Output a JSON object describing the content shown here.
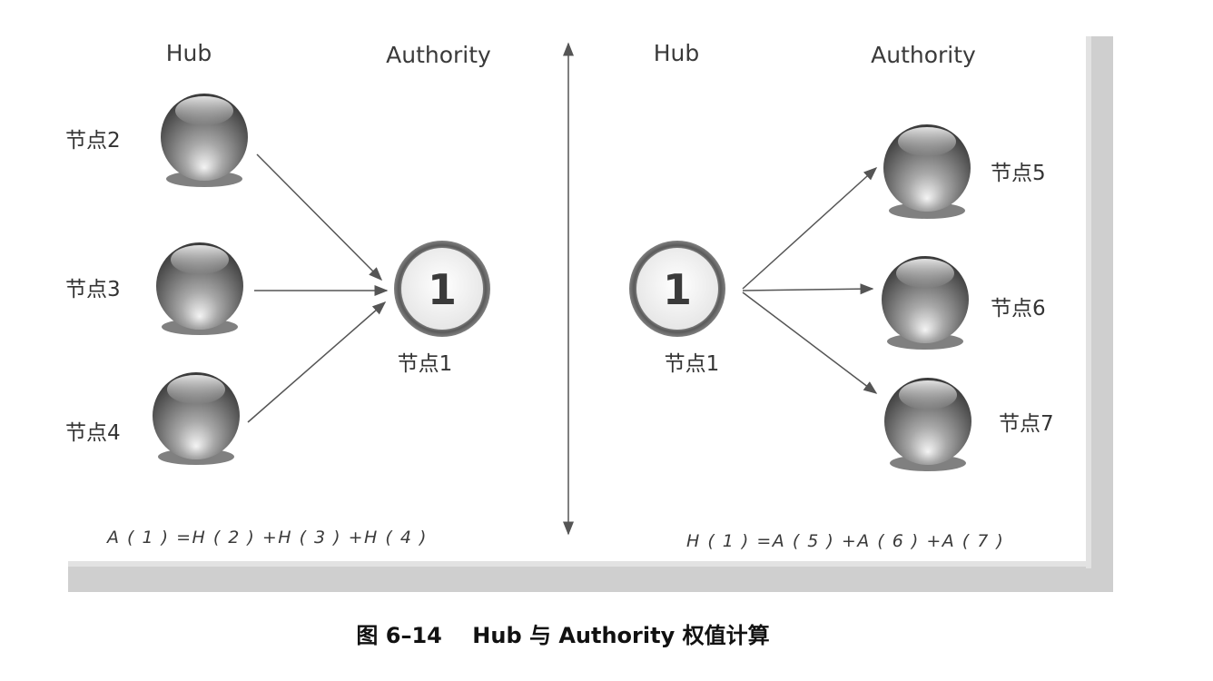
{
  "left_panel": {
    "hub_header": "Hub",
    "authority_header": "Authority",
    "hub_nodes": [
      {
        "label": "节点2"
      },
      {
        "label": "节点3"
      },
      {
        "label": "节点4"
      }
    ],
    "center_node": {
      "number": "1",
      "label": "节点1"
    },
    "formula": "A ( 1 ) =H ( 2 ) +H ( 3 ) +H ( 4 )"
  },
  "right_panel": {
    "hub_header": "Hub",
    "authority_header": "Authority",
    "center_node": {
      "number": "1",
      "label": "节点1"
    },
    "authority_nodes": [
      {
        "label": "节点5"
      },
      {
        "label": "节点6"
      },
      {
        "label": "节点7"
      }
    ],
    "formula": "H ( 1 ) =A ( 5 ) +A ( 6 ) +A ( 7 )"
  },
  "caption": "图 6–14    Hub 与 Authority 权值计算",
  "colors": {
    "sphere_dark": "#4a4a4a",
    "sphere_light": "#f2f2f2",
    "ring": "#6a6a6a",
    "shadow_frame": "#c8c8c8"
  }
}
